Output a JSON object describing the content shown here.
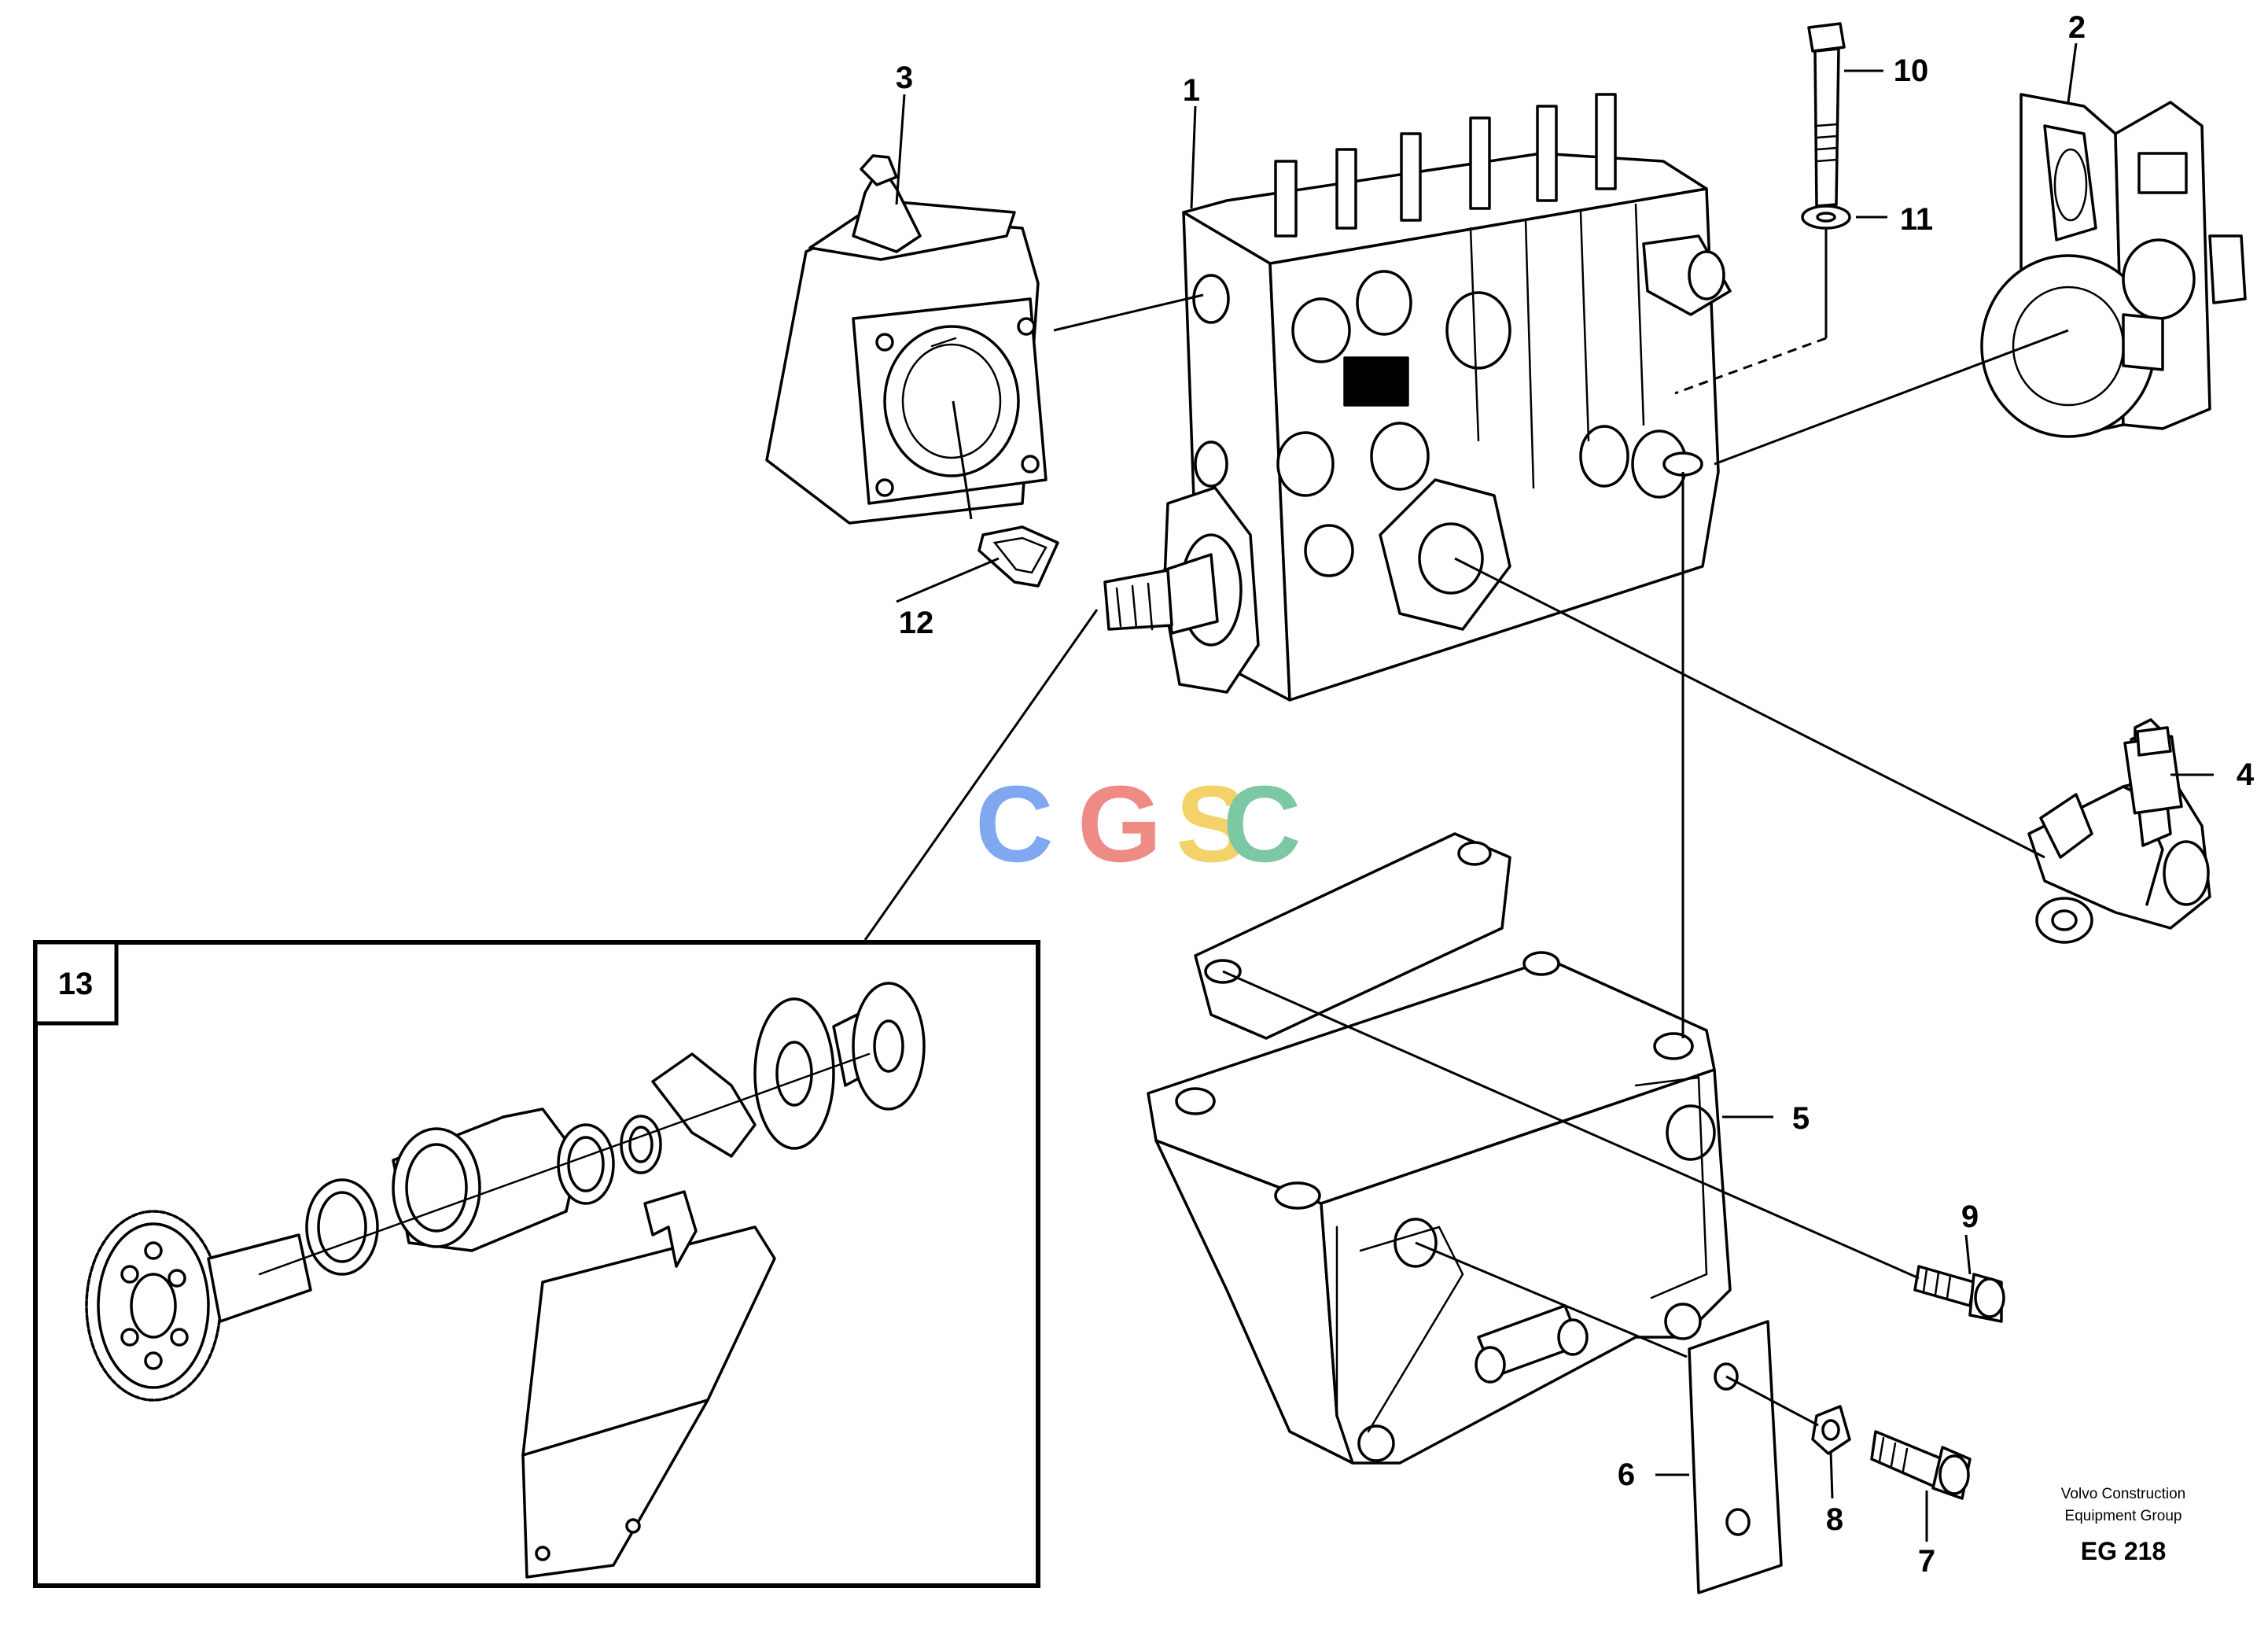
{
  "callouts": {
    "c1": "1",
    "c2": "2",
    "c3": "3",
    "c4": "4",
    "c5": "5",
    "c6": "6",
    "c7": "7",
    "c8": "8",
    "c9": "9",
    "c10": "10",
    "c11": "11",
    "c12": "12",
    "c13": "13"
  },
  "watermark": {
    "letters": [
      "C",
      "G",
      "S",
      "C"
    ],
    "colors": [
      "#7fa8f0",
      "#ee8b84",
      "#f4d26a",
      "#7cc8a4"
    ]
  },
  "credit": {
    "line1": "Volvo Construction",
    "line2": "Equipment Group",
    "ref": "EG 218"
  }
}
